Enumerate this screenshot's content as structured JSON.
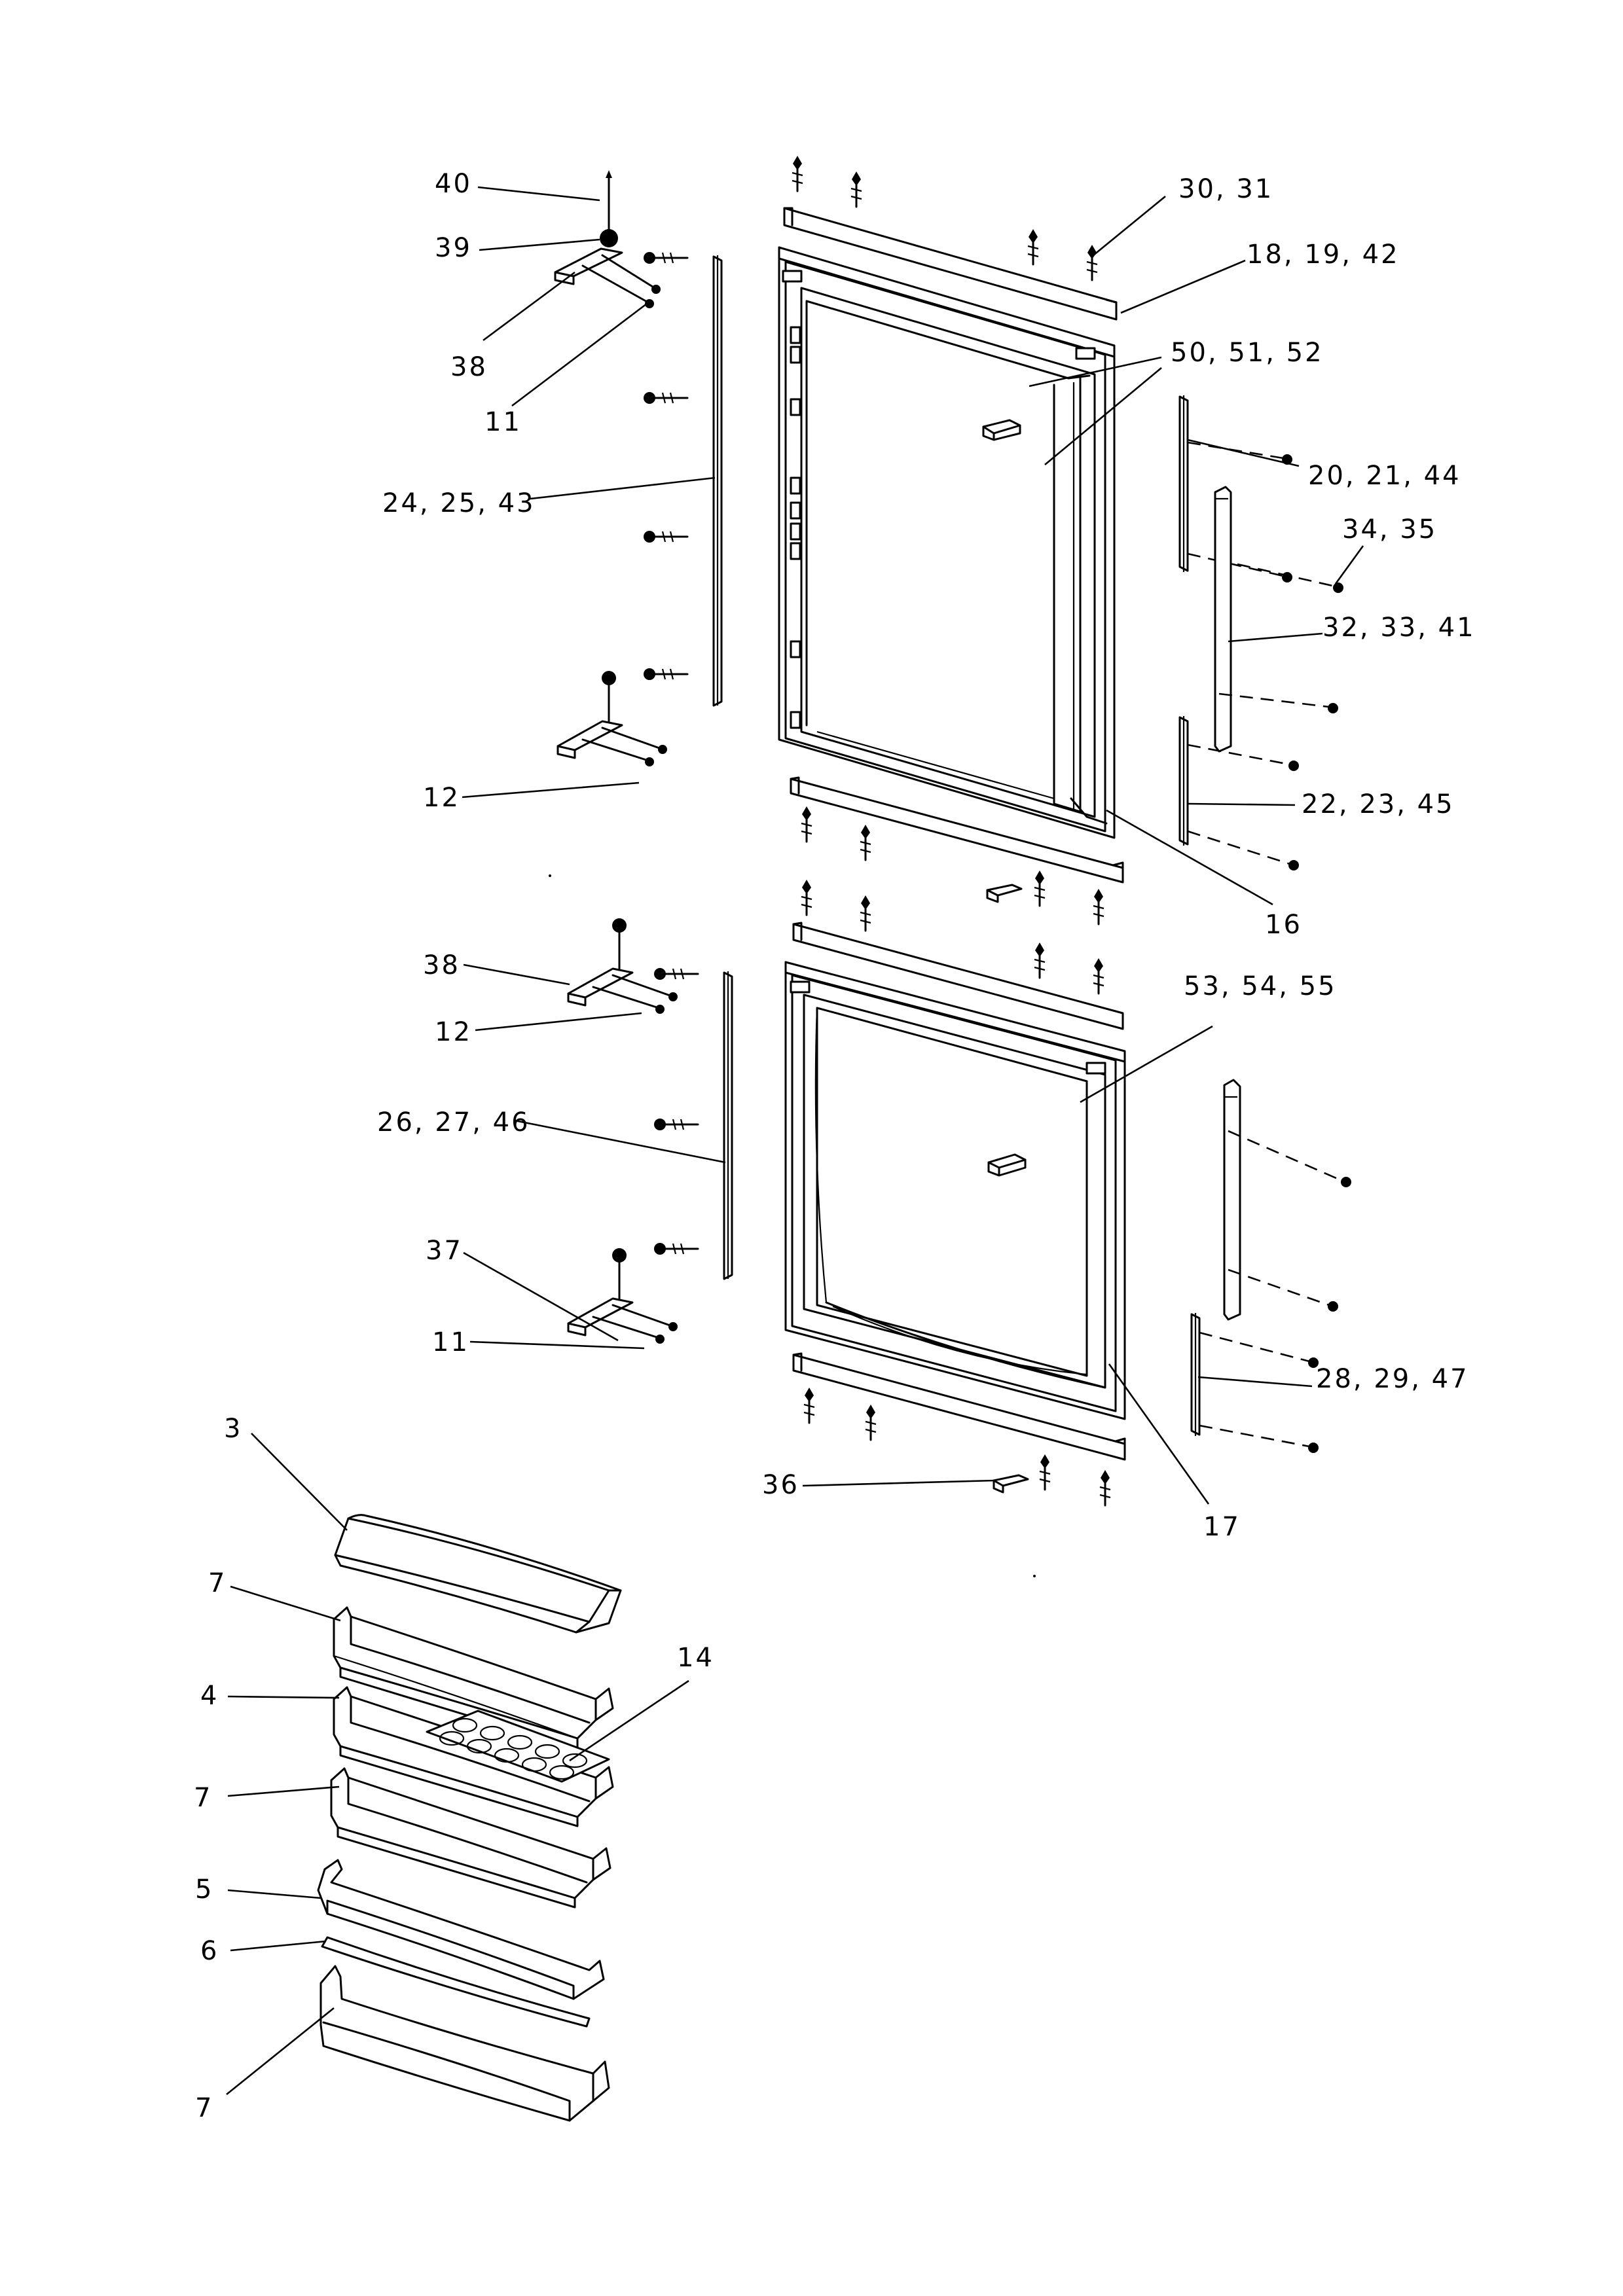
{
  "labels": {
    "l40": "40",
    "l39": "39",
    "l38a": "38",
    "l11a": "11",
    "l24": "24, 25, 43",
    "l12a": "12",
    "l38b": "38",
    "l12b": "12",
    "l26": "26, 27, 46",
    "l37": "37",
    "l11b": "11",
    "l3": "3",
    "l7a": "7",
    "l4": "4",
    "l7b": "7",
    "l5": "5",
    "l6": "6",
    "l7c": "7",
    "l14": "14",
    "l30": "30, 31",
    "l18": "18, 19, 42",
    "l50": "50, 51, 52",
    "l20": "20, 21, 44",
    "l34": "34, 35",
    "l32": "32, 33, 41",
    "l22": "22, 23, 45",
    "l16": "16",
    "l53": "53, 54, 55",
    "l28": "28, 29, 47",
    "l36": "36",
    "l17": "17"
  }
}
